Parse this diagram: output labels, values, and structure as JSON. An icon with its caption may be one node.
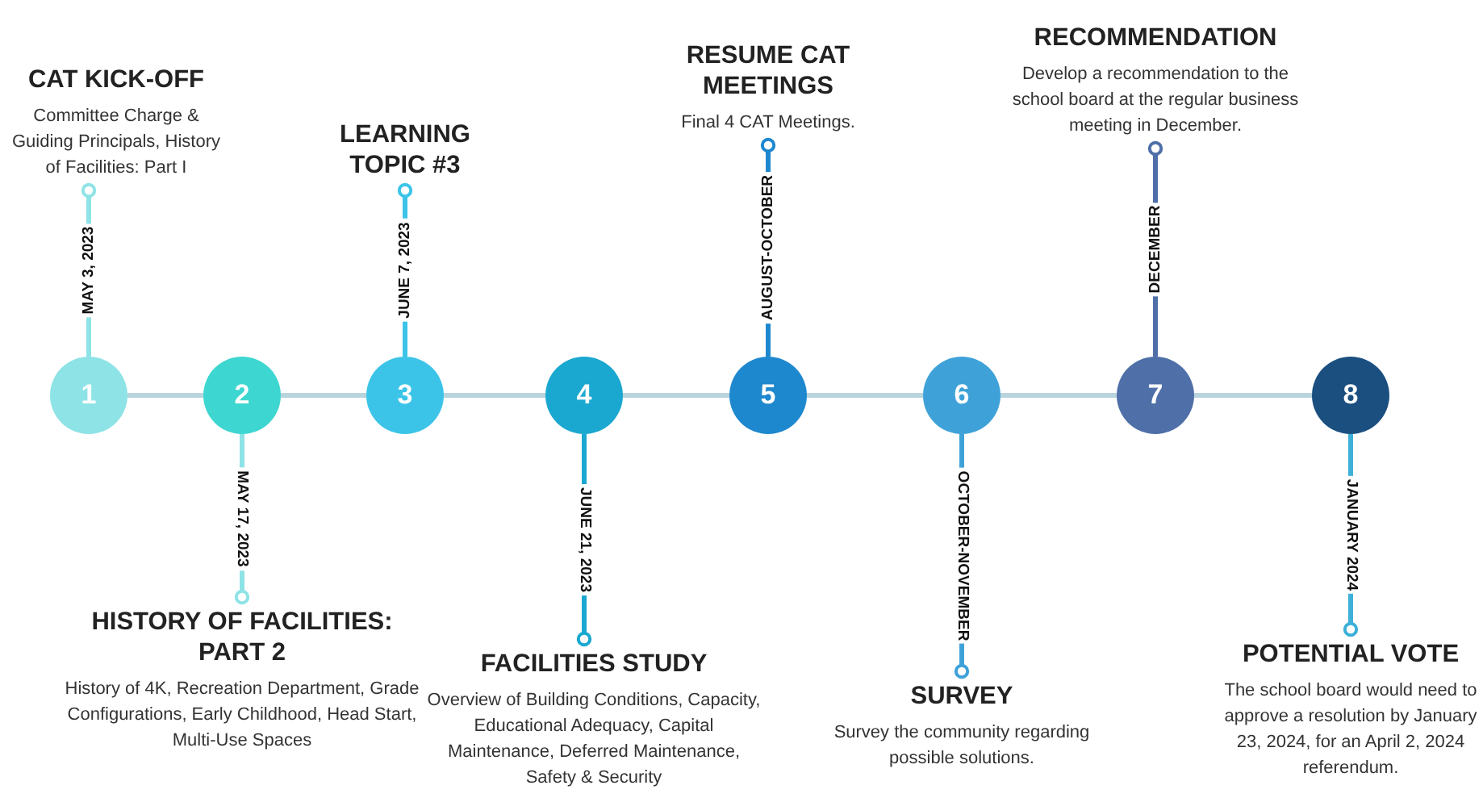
{
  "diagram": {
    "nodes": [
      {
        "text": [
          "1"
        ]
      },
      {
        "text": [
          "2"
        ]
      },
      {
        "text": [
          "3"
        ]
      },
      {
        "text": [
          "4"
        ]
      },
      {
        "text": [
          "5"
        ]
      },
      {
        "text": [
          "6"
        ]
      },
      {
        "text": [
          "7"
        ]
      },
      {
        "text": [
          "8"
        ]
      },
      {
        "text": [
          "CAT KICK-OFF",
          "Committee Charge & Guiding Principals, History of Facilities: Part I"
        ]
      },
      {
        "text": [
          "HISTORY OF FACILITIES: PART 2",
          "History of 4K, Recreation Department, Grade Configurations, Early Childhood, Head Start, Multi-Use Spaces"
        ]
      },
      {
        "text": [
          "LEARNING TOPIC #3"
        ]
      },
      {
        "text": [
          "FACILITIES STUDY",
          "Overview of Building Conditions, Capacity, Educational Adequacy, Capital Maintenance, Deferred Maintenance, Safety & Security"
        ]
      },
      {
        "text": [
          "RESUME CAT MEETINGS",
          "Final 4 CAT Meetings."
        ]
      },
      {
        "text": [
          "SURVEY",
          "Survey the community regarding possible solutions."
        ]
      },
      {
        "text": [
          "RECOMMENDATION",
          "Develop a recommendation to the school board at the regular business meeting in December."
        ]
      },
      {
        "text": [
          "POTENTIAL VOTE",
          "The school board would need to approve a resolution by January 23, 2024, for an April 2, 2024 referendum."
        ]
      }
    ],
    "edges": [
      {
        "from": 0,
        "to": 1,
        "arrow": "none"
      },
      {
        "from": 1,
        "to": 2,
        "arrow": "none"
      },
      {
        "from": 2,
        "to": 3,
        "arrow": "none"
      },
      {
        "from": 3,
        "to": 4,
        "arrow": "none"
      },
      {
        "from": 4,
        "to": 5,
        "arrow": "none"
      },
      {
        "from": 5,
        "to": 6,
        "arrow": "none"
      },
      {
        "from": 6,
        "to": 7,
        "arrow": "none"
      },
      {
        "from": 0,
        "to": 8,
        "arrow": "other",
        "label": "MAY 3, 2023",
        "color": "#8ee3e6"
      },
      {
        "from": 1,
        "to": 9,
        "arrow": "other",
        "label": "MAY 17, 2023",
        "color": "#8ee3e6"
      },
      {
        "from": 2,
        "to": 10,
        "arrow": "other",
        "label": "JUNE 7, 2023",
        "color": "#3cc4e8"
      },
      {
        "from": 3,
        "to": 11,
        "arrow": "other",
        "label": "JUNE 21, 2023",
        "color": "#1aa8d0"
      },
      {
        "from": 4,
        "to": 12,
        "arrow": "other",
        "label": "AUGUST-OCTOBER",
        "color": "#1e88cf"
      },
      {
        "from": 5,
        "to": 13,
        "arrow": "other",
        "label": "OCTOBER-NOVEMBER",
        "color": "#3ea2d8"
      },
      {
        "from": 6,
        "to": 14,
        "arrow": "other",
        "label": "DECEMBER",
        "color": "#4e6fa8"
      },
      {
        "from": 7,
        "to": 15,
        "arrow": "other",
        "label": "JANUARY 2024",
        "color": "#3cb0d8"
      }
    ]
  }
}
